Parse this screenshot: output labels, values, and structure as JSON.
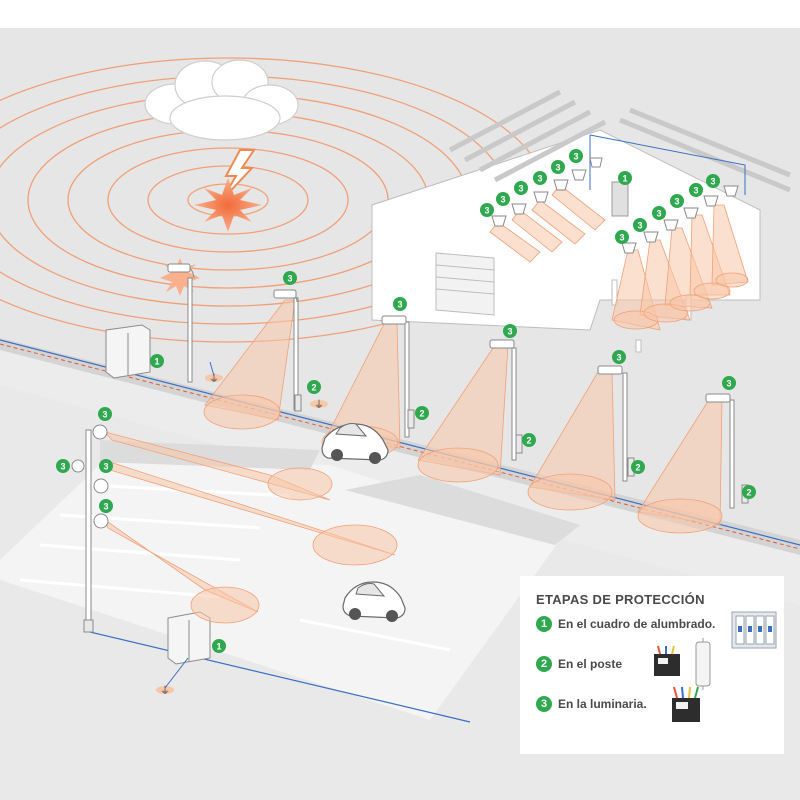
{
  "legend": {
    "title": "ETAPAS DE PROTECCIÓN",
    "items": [
      {
        "number": "1",
        "label": "En el cuadro de alumbrado."
      },
      {
        "number": "2",
        "label": "En el poste"
      },
      {
        "number": "3",
        "label": "En la luminaria."
      }
    ]
  },
  "colors": {
    "badge_green": "#2fa84f",
    "wave_orange": "#f0a078",
    "light_cone": "#f7c7a8",
    "cable_blue": "#3b6fc4",
    "ground_red": "#e05a3a"
  },
  "badges": {
    "one": "1",
    "two": "2",
    "three": "3"
  }
}
